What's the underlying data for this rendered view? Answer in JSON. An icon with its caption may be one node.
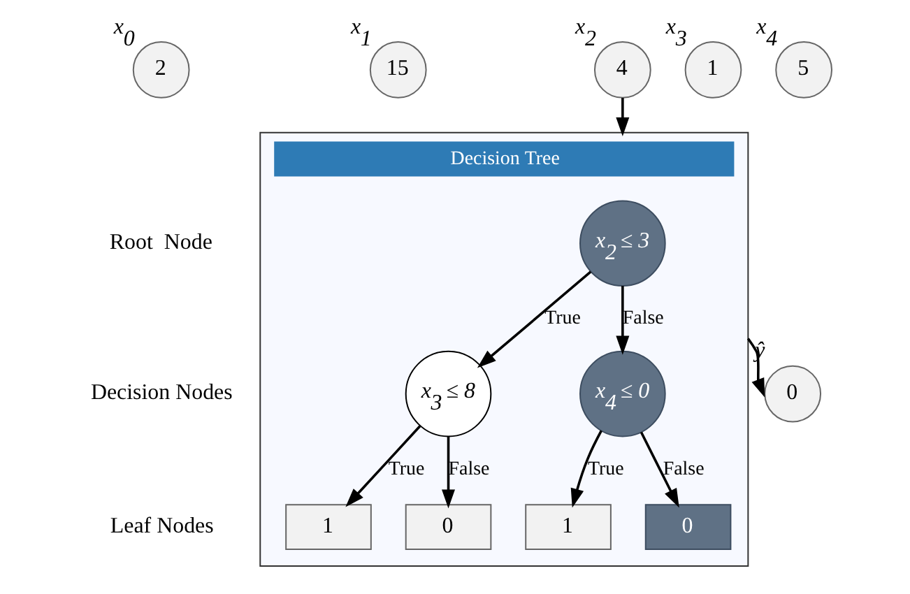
{
  "diagram": {
    "nodes": [
      {
        "text": [
          "2"
        ],
        "beside": [
          "x$_{0}$"
        ]
      },
      {
        "text": [
          "15"
        ],
        "beside": [
          "x$_{1}$"
        ]
      },
      {
        "text": [
          "4"
        ],
        "beside": [
          "x$_{2}$"
        ]
      },
      {
        "text": [
          "1"
        ],
        "beside": [
          "x$_{3}$"
        ]
      },
      {
        "text": [
          "5"
        ],
        "beside": [
          "x$_{4}$"
        ]
      },
      {
        "text": [
          "Decision Tree"
        ]
      },
      {
        "text": [
          "x$_{2}$ ≤ 3"
        ],
        "in": 5
      },
      {
        "text": [
          "x$_{3}$ ≤ 8"
        ],
        "in": 5
      },
      {
        "text": [
          "x$_{4}$ ≤ 0"
        ],
        "in": 5
      },
      {
        "text": [
          "1"
        ],
        "in": 5
      },
      {
        "text": [
          "0"
        ],
        "in": 5
      },
      {
        "text": [
          "1"
        ],
        "in": 5
      },
      {
        "text": [
          "0"
        ],
        "in": 5
      },
      {
        "text": [
          "0"
        ],
        "beside": [
          "ŷ"
        ]
      }
    ],
    "edges": [
      {
        "from": 2,
        "to": 5,
        "arrow": "to"
      },
      {
        "from": 5,
        "to": 13,
        "arrow": "to"
      },
      {
        "from": 6,
        "to": 7,
        "arrow": "to",
        "label": "True"
      },
      {
        "from": 6,
        "to": 8,
        "arrow": "to",
        "label": "False"
      },
      {
        "from": 7,
        "to": 9,
        "arrow": "to",
        "label": "True"
      },
      {
        "from": 7,
        "to": 10,
        "arrow": "to",
        "label": "False"
      },
      {
        "from": 8,
        "to": 11,
        "arrow": "to",
        "label": "True"
      },
      {
        "from": 8,
        "to": 12,
        "arrow": "to",
        "label": "False"
      }
    ],
    "labels": [
      "Root  Node",
      "Decision Nodes",
      "Leaf Nodes"
    ]
  }
}
